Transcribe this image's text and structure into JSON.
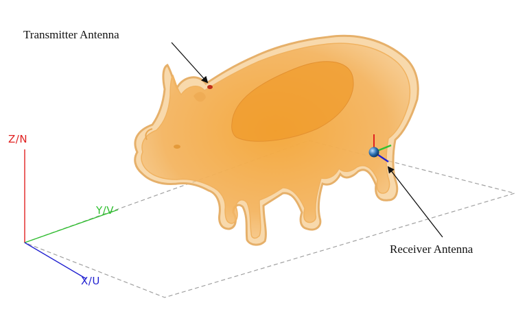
{
  "annotations": {
    "transmitter": "Transmitter Antenna",
    "receiver": "Receiver Antenna"
  },
  "axes": {
    "z": "Z/N",
    "y": "Y/V",
    "x": "X/U"
  },
  "colors": {
    "body_fill": "#f2a43a",
    "body_outline": "#e9b671",
    "z_axis": "#e02020",
    "y_axis": "#30c030",
    "x_axis": "#2020d0",
    "ground_plane": "#a0a0a0",
    "receiver_sphere": "#2a6fb0",
    "transmitter_marker": "#c0301a"
  }
}
